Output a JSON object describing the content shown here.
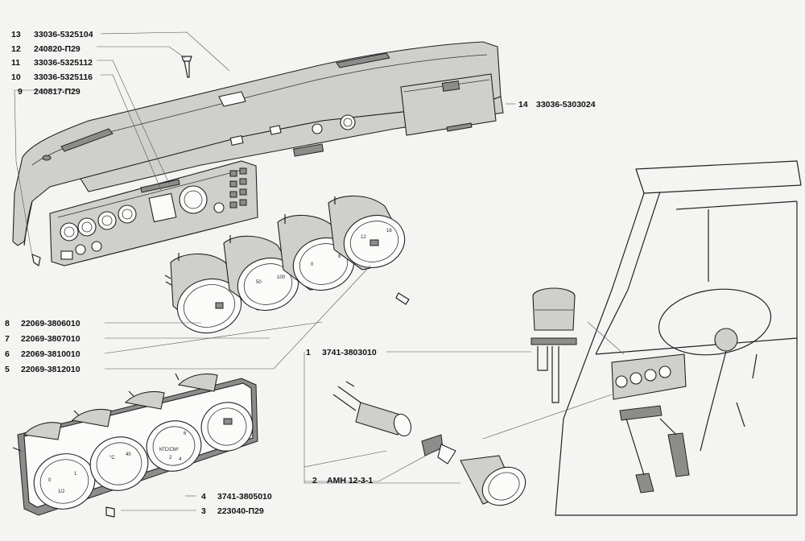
{
  "callouts": [
    {
      "num": "13",
      "part": "33036-5325104"
    },
    {
      "num": "12",
      "part": "240820-П29"
    },
    {
      "num": "11",
      "part": "33036-5325112"
    },
    {
      "num": "10",
      "part": "33036-5325116"
    },
    {
      "num": "9",
      "part": "240817-П29"
    },
    {
      "num": "14",
      "part": "33036-5303024"
    },
    {
      "num": "8",
      "part": "22069-3806010"
    },
    {
      "num": "7",
      "part": "22069-3807010"
    },
    {
      "num": "6",
      "part": "22069-3810010"
    },
    {
      "num": "5",
      "part": "22069-3812010"
    },
    {
      "num": "1",
      "part": "3741-3803010"
    },
    {
      "num": "2",
      "part": "АМН 12-3-1"
    },
    {
      "num": "4",
      "part": "3741-3805010"
    },
    {
      "num": "3",
      "part": "223040-П29"
    }
  ],
  "gauge_marks": {
    "kgf": "КГС/СМ²",
    "celsius": "°C",
    "zero": "0",
    "two": "2",
    "four": "4",
    "six": "6",
    "eight": "8",
    "fifty": "50",
    "hundred": "100",
    "forty": "40",
    "twelve": "12",
    "sixteen": "16",
    "half": "1/2",
    "one": "1"
  }
}
